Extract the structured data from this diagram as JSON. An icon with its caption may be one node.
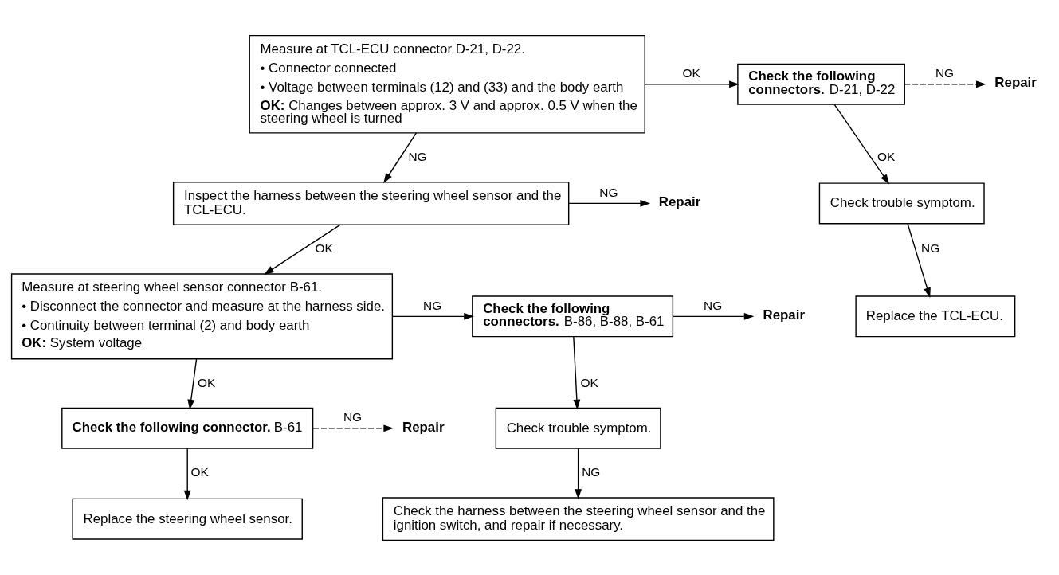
{
  "diagram": {
    "nodes": [
      {
        "text": [
          "Measure at TCL-ECU connector D-21, D-22.",
          "• Connector connected",
          "• Voltage between terminals (12) and (33) and the body earth",
          "**OK:** Changes between approx. 3 V and approx. 0.5 V when the steering wheel is turned"
        ]
      },
      {
        "text": [
          "**Check the following connectors.** D-21, D-22"
        ]
      },
      {
        "text": [
          "Repair"
        ]
      },
      {
        "text": [
          "Check trouble symptom."
        ]
      },
      {
        "text": [
          "Replace the TCL-ECU."
        ]
      },
      {
        "text": [
          "Inspect the harness between the steering wheel sensor and the TCL-ECU."
        ]
      },
      {
        "text": [
          "Repair"
        ]
      },
      {
        "text": [
          "Measure at steering wheel sensor connector B-61.",
          "• Disconnect the connector and measure at the harness side.",
          "• Continuity between terminal (2) and body earth",
          "**OK:** System voltage"
        ]
      },
      {
        "text": [
          "**Check the following connectors.** B-86, B-88, B-61"
        ]
      },
      {
        "text": [
          "Repair"
        ]
      },
      {
        "text": [
          "Check trouble symptom."
        ]
      },
      {
        "text": [
          "Check the harness between the steering wheel sensor and the ignition switch, and repair if necessary."
        ]
      },
      {
        "text": [
          "**Check the following connector.** B-61"
        ]
      },
      {
        "text": [
          "Repair"
        ]
      },
      {
        "text": [
          "Replace the steering wheel sensor."
        ]
      }
    ],
    "edges": [
      {
        "from": 0,
        "to": 1,
        "arrow": "to",
        "label": "OK"
      },
      {
        "from": 1,
        "to": 2,
        "arrow": "to",
        "label": "NG",
        "style": "dashed"
      },
      {
        "from": 1,
        "to": 3,
        "arrow": "to",
        "label": "OK"
      },
      {
        "from": 3,
        "to": 4,
        "arrow": "to",
        "label": "NG"
      },
      {
        "from": 0,
        "to": 5,
        "arrow": "to",
        "label": "NG"
      },
      {
        "from": 5,
        "to": 6,
        "arrow": "to",
        "label": "NG"
      },
      {
        "from": 5,
        "to": 7,
        "arrow": "to",
        "label": "OK"
      },
      {
        "from": 7,
        "to": 8,
        "arrow": "to",
        "label": "NG"
      },
      {
        "from": 8,
        "to": 9,
        "arrow": "to",
        "label": "NG"
      },
      {
        "from": 8,
        "to": 10,
        "arrow": "to",
        "label": "OK"
      },
      {
        "from": 10,
        "to": 11,
        "arrow": "to",
        "label": "NG"
      },
      {
        "from": 7,
        "to": 12,
        "arrow": "to",
        "label": "OK"
      },
      {
        "from": 12,
        "to": 13,
        "arrow": "to",
        "label": "NG",
        "style": "dashed"
      },
      {
        "from": 12,
        "to": 14,
        "arrow": "to",
        "label": "OK"
      }
    ]
  }
}
